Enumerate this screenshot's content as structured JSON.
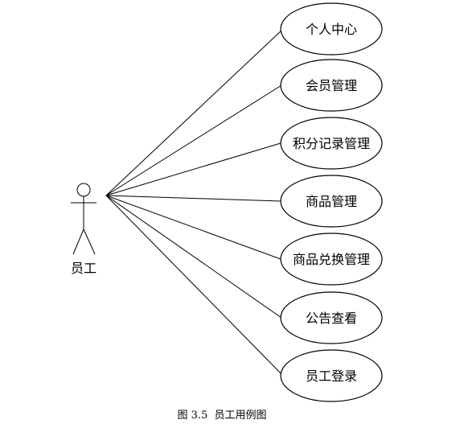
{
  "diagram": {
    "actor": {
      "label": "员工"
    },
    "use_cases": [
      {
        "label": "个人中心"
      },
      {
        "label": "会员管理"
      },
      {
        "label": "积分记录管理"
      },
      {
        "label": "商品管理"
      },
      {
        "label": "商品兑换管理"
      },
      {
        "label": "公告查看"
      },
      {
        "label": "员工登录"
      }
    ],
    "caption": "图 3.5  员工用例图"
  }
}
